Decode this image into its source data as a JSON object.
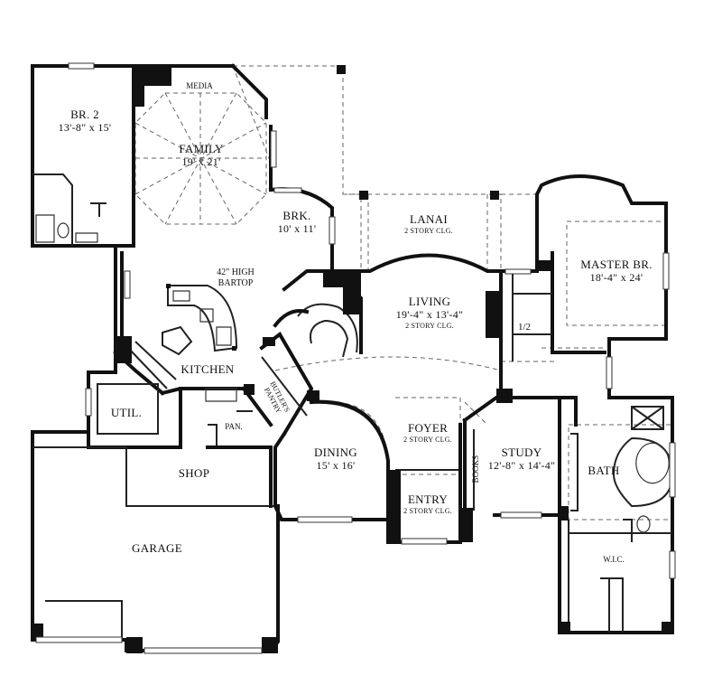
{
  "rooms": {
    "br2": {
      "name": "BR. 2",
      "dim": "13'-8\" x 15'"
    },
    "media": {
      "name": "MEDIA"
    },
    "family": {
      "name": "FAMILY",
      "dim": "19' x 21'"
    },
    "brk": {
      "name": "BRK.",
      "dim": "10' x 11'"
    },
    "lanai": {
      "name": "LANAI",
      "note": "2 STORY CLG."
    },
    "master": {
      "name": "MASTER BR.",
      "dim": "18'-4\" x 24'"
    },
    "bartop": {
      "line1": "42\" HIGH",
      "line2": "BARTOP"
    },
    "living": {
      "name": "LIVING",
      "dim": "19'-4\" x 13'-4\"",
      "note": "2 STORY CLG."
    },
    "half": {
      "name": "1/2"
    },
    "kitchen": {
      "name": "KITCHEN"
    },
    "butlers": {
      "line1": "BUTLER'S",
      "line2": "PANTRY"
    },
    "util": {
      "name": "UTIL."
    },
    "pan": {
      "name": "PAN."
    },
    "foyer": {
      "name": "FOYER",
      "note": "2 STORY CLG."
    },
    "dining": {
      "name": "DINING",
      "dim": "15' x 16'"
    },
    "study": {
      "name": "STUDY",
      "dim": "12'-8\" x 14'-4\""
    },
    "books": {
      "name": "BOOKS"
    },
    "bath": {
      "name": "BATH"
    },
    "shop": {
      "name": "SHOP"
    },
    "entry": {
      "name": "ENTRY",
      "note": "2 STORY CLG."
    },
    "wic": {
      "name": "W.I.C."
    },
    "garage": {
      "name": "GARAGE"
    }
  },
  "colors": {
    "wall": "#111111",
    "background": "#ffffff",
    "dash": "#666666"
  }
}
